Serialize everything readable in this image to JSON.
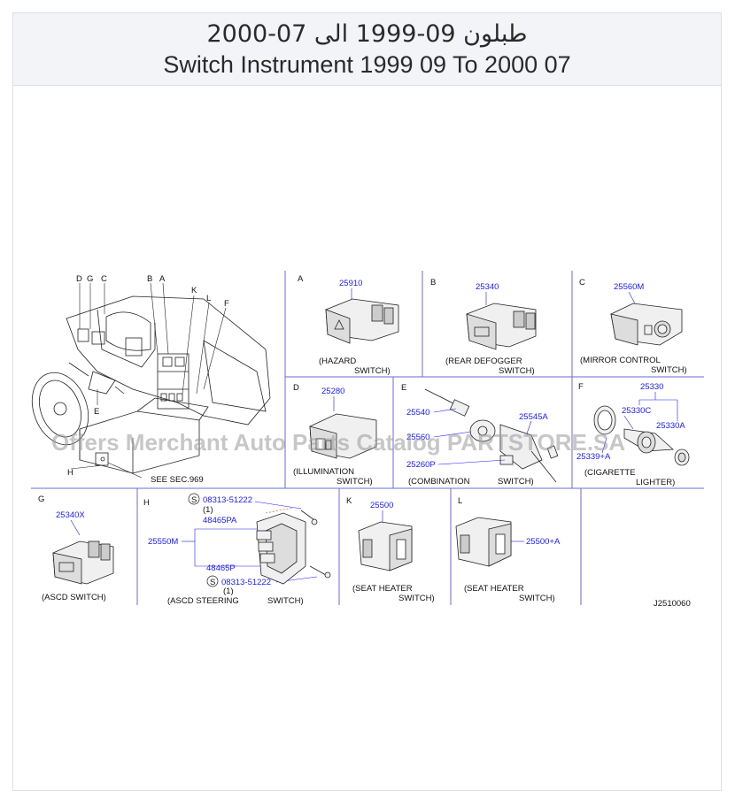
{
  "header": {
    "title_ar": "طبلون 09-1999 الى 07-2000",
    "title_en": "Switch Instrument 1999 09 To 2000 07"
  },
  "watermark": "Offers Merchant Auto Parts Catalog PARTSTORE.SA",
  "diagram_id": "J2510060",
  "overview": {
    "callouts": [
      "D",
      "G",
      "C",
      "B",
      "A",
      "K",
      "L",
      "F",
      "E",
      "H"
    ],
    "see_ref": "SEE   SEC.969"
  },
  "panels": {
    "A": {
      "letter": "A",
      "parts": [
        "25910"
      ],
      "caption1": "(HAZARD",
      "caption2": "SWITCH)"
    },
    "B": {
      "letter": "B",
      "parts": [
        "25340"
      ],
      "caption1": "(REAR   DEFOGGER",
      "caption2": "SWITCH)"
    },
    "C": {
      "letter": "C",
      "parts": [
        "25560M"
      ],
      "caption1": "(MIRROR   CONTROL",
      "caption2": "SWITCH)"
    },
    "D": {
      "letter": "D",
      "parts": [
        "25280"
      ],
      "caption1": "(ILLUMINATION",
      "caption2": "SWITCH)"
    },
    "E": {
      "letter": "E",
      "parts": [
        "25540",
        "25545A",
        "25560",
        "25260P"
      ],
      "caption1": "(COMBINATION",
      "caption2": "SWITCH)"
    },
    "F": {
      "letter": "F",
      "parts": [
        "25330",
        "25330C",
        "25330A",
        "25339+A"
      ],
      "caption1": "(CIGARETTE",
      "caption2": "LIGHTER)"
    },
    "G": {
      "letter": "G",
      "parts": [
        "25340X"
      ],
      "caption1": "(ASCD   SWITCH)"
    },
    "H": {
      "letter": "H",
      "parts": [
        "08313-51222",
        "(1)",
        "48465PA",
        "25550M",
        "48465P",
        "08313-51222",
        "(1)"
      ],
      "s_mark": "S",
      "caption1": "(ASCD   STEERING",
      "caption2": "SWITCH)"
    },
    "K": {
      "letter": "K",
      "parts": [
        "25500"
      ],
      "caption1": "(SEAT   HEATER",
      "caption2": "SWITCH)"
    },
    "L": {
      "letter": "L",
      "parts": [
        "25500+A"
      ],
      "caption1": "(SEAT   HEATER",
      "caption2": "SWITCH)"
    }
  }
}
